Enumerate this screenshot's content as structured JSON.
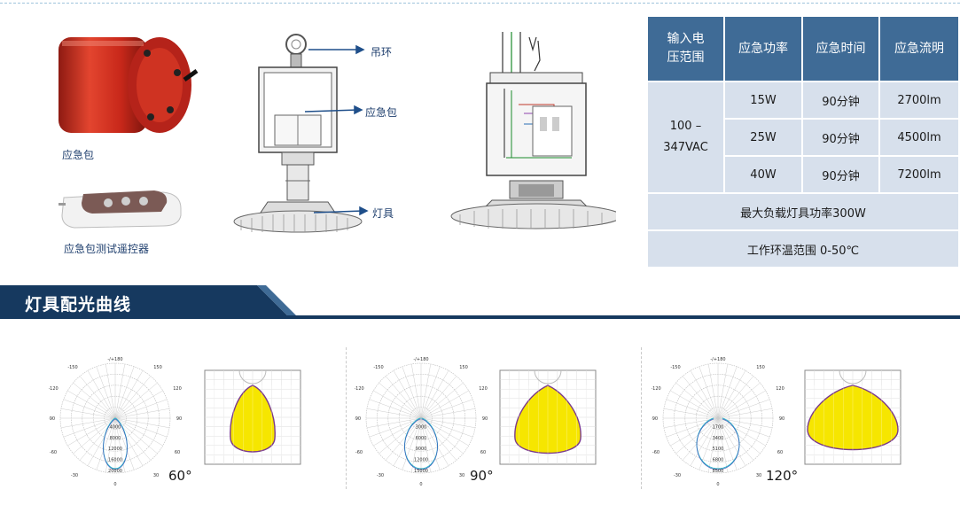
{
  "products": {
    "emergency_pack_caption": "应急包",
    "remote_caption": "应急包测试遥控器",
    "callout_ring": "吊环",
    "callout_pack": "应急包",
    "callout_lamp": "灯具"
  },
  "spec_table": {
    "headers": [
      "输入电压范围",
      "应急功率",
      "应急时间",
      "应急流明"
    ],
    "header_lines": [
      [
        "输入电",
        "压范围"
      ],
      [
        "应急功率"
      ],
      [
        "应急时间"
      ],
      [
        "应急流明"
      ]
    ],
    "voltage_lines": [
      "100 –",
      "347VAC"
    ],
    "rows": [
      {
        "power": "15W",
        "time": "90分钟",
        "lumen": "2700lm"
      },
      {
        "power": "25W",
        "time": "90分钟",
        "lumen": "4500lm"
      },
      {
        "power": "40W",
        "time": "90分钟",
        "lumen": "7200lm"
      }
    ],
    "max_load": "最大负载灯具功率300W",
    "temp_range": "工作环温范围 0-50℃"
  },
  "section": {
    "title": "灯具配光曲线",
    "color_dark": "#16395f",
    "color_mid": "#3f6b96"
  },
  "curves": [
    {
      "angle_label": "60°",
      "top_label": "-/+180",
      "side_labels": [
        "-150",
        "150",
        "-120",
        "120",
        "-90",
        "90",
        "-60",
        "60",
        "-30",
        "30",
        "0"
      ],
      "radial_labels": [
        "4000",
        "8000",
        "12000",
        "16000",
        "20000"
      ]
    },
    {
      "angle_label": "90°",
      "top_label": "-/+180",
      "side_labels": [
        "-150",
        "150",
        "-120",
        "120",
        "-90",
        "90",
        "-60",
        "60",
        "-30",
        "30",
        "0"
      ],
      "radial_labels": [
        "3000",
        "6000",
        "9000",
        "12000",
        "15000"
      ]
    },
    {
      "angle_label": "120°",
      "top_label": "-/+180",
      "side_labels": [
        "-150",
        "150",
        "-120",
        "120",
        "-90",
        "90",
        "-60",
        "60",
        "-30",
        "30",
        "0"
      ],
      "radial_labels": [
        "1700",
        "3400",
        "5100",
        "6800",
        "8500"
      ]
    }
  ]
}
